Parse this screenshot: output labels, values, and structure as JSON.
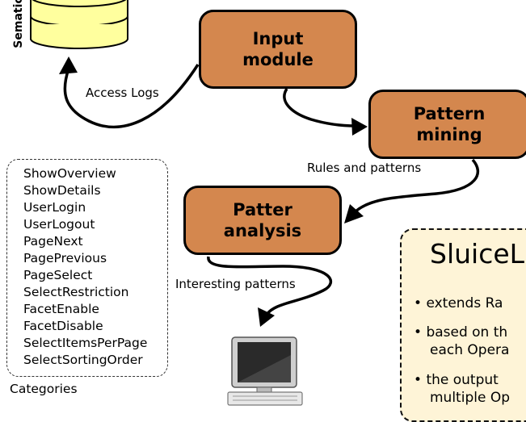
{
  "database": {
    "label": "Sematic"
  },
  "boxes": {
    "input": "Input\nmodule",
    "mining": "Pattern\nmining",
    "analysis": "Patter\nanalysis"
  },
  "edges": {
    "access_logs": "Access Logs",
    "rules_patterns": "Rules and patterns",
    "interesting_patterns": "Interesting patterns"
  },
  "categories": {
    "items": [
      "ShowOverview",
      "ShowDetails",
      "UserLogin",
      "UserLogout",
      "PageNext",
      "PagePrevious",
      "PageSelect",
      "SelectRestriction",
      "FacetEnable",
      "FacetDisable",
      "SelectItemsPerPage",
      "SelectSortingOrder"
    ],
    "caption": "Categories"
  },
  "sluice": {
    "title": "SluiceL",
    "bullets": [
      {
        "line1": "extends Ra",
        "line2": ""
      },
      {
        "line1": "based on th",
        "line2": "each Opera"
      },
      {
        "line1": "the output",
        "line2": "multiple Op"
      }
    ]
  },
  "colors": {
    "box_fill": "#d4874e",
    "database_fill": "#ffff9e",
    "panel_fill": "#fef4d7"
  },
  "icons": {
    "computer": "computer-icon",
    "database": "database-icon"
  }
}
